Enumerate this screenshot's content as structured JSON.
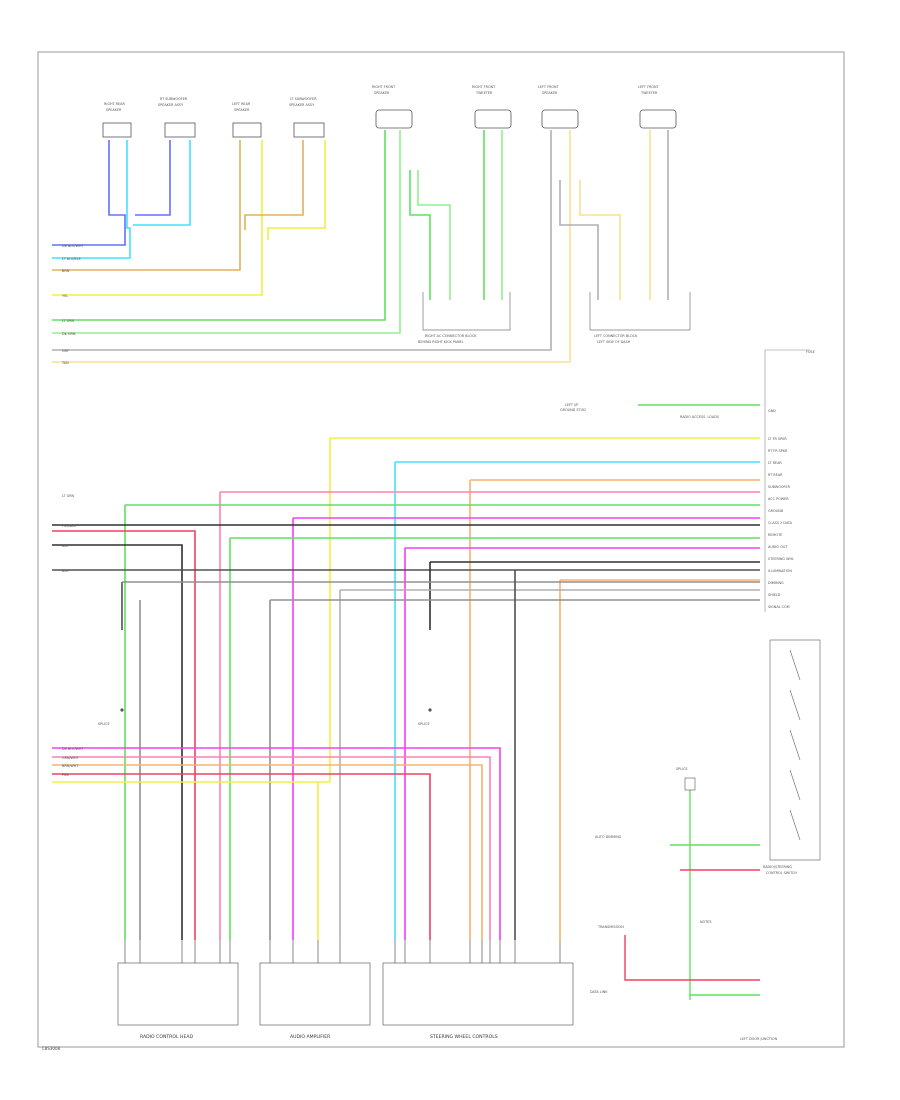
{
  "diagram": {
    "footer_code": "C8S3008",
    "top_components": [
      "RIGHT REAR SPEAKER",
      "LEFT REAR SPEAKER",
      "RIGHT FRONT SPEAKER",
      "LEFT FRONT SPEAKER"
    ],
    "modules": {
      "radio": "RADIO CONTROL HEAD",
      "audio_adapter": "AUDIO AMPLIFIER",
      "steering": "STEERING WHEEL CONTROLS"
    },
    "connectors": {
      "lower_right": "LEFT DOOR JUNCTION",
      "right_mid": "SWITCH"
    }
  },
  "colors": {
    "blue": "#6070ff",
    "cyan": "#40e0ff",
    "tan": "#e0b060",
    "yellow": "#f0f040",
    "green": "#60e060",
    "lightgreen": "#90f090",
    "pink": "#ff80b0",
    "magenta": "#f040f0",
    "orange": "#f8b070",
    "gray": "#909090",
    "dark": "#303030",
    "lightyellow": "#f8e090",
    "red": "#f04060"
  }
}
